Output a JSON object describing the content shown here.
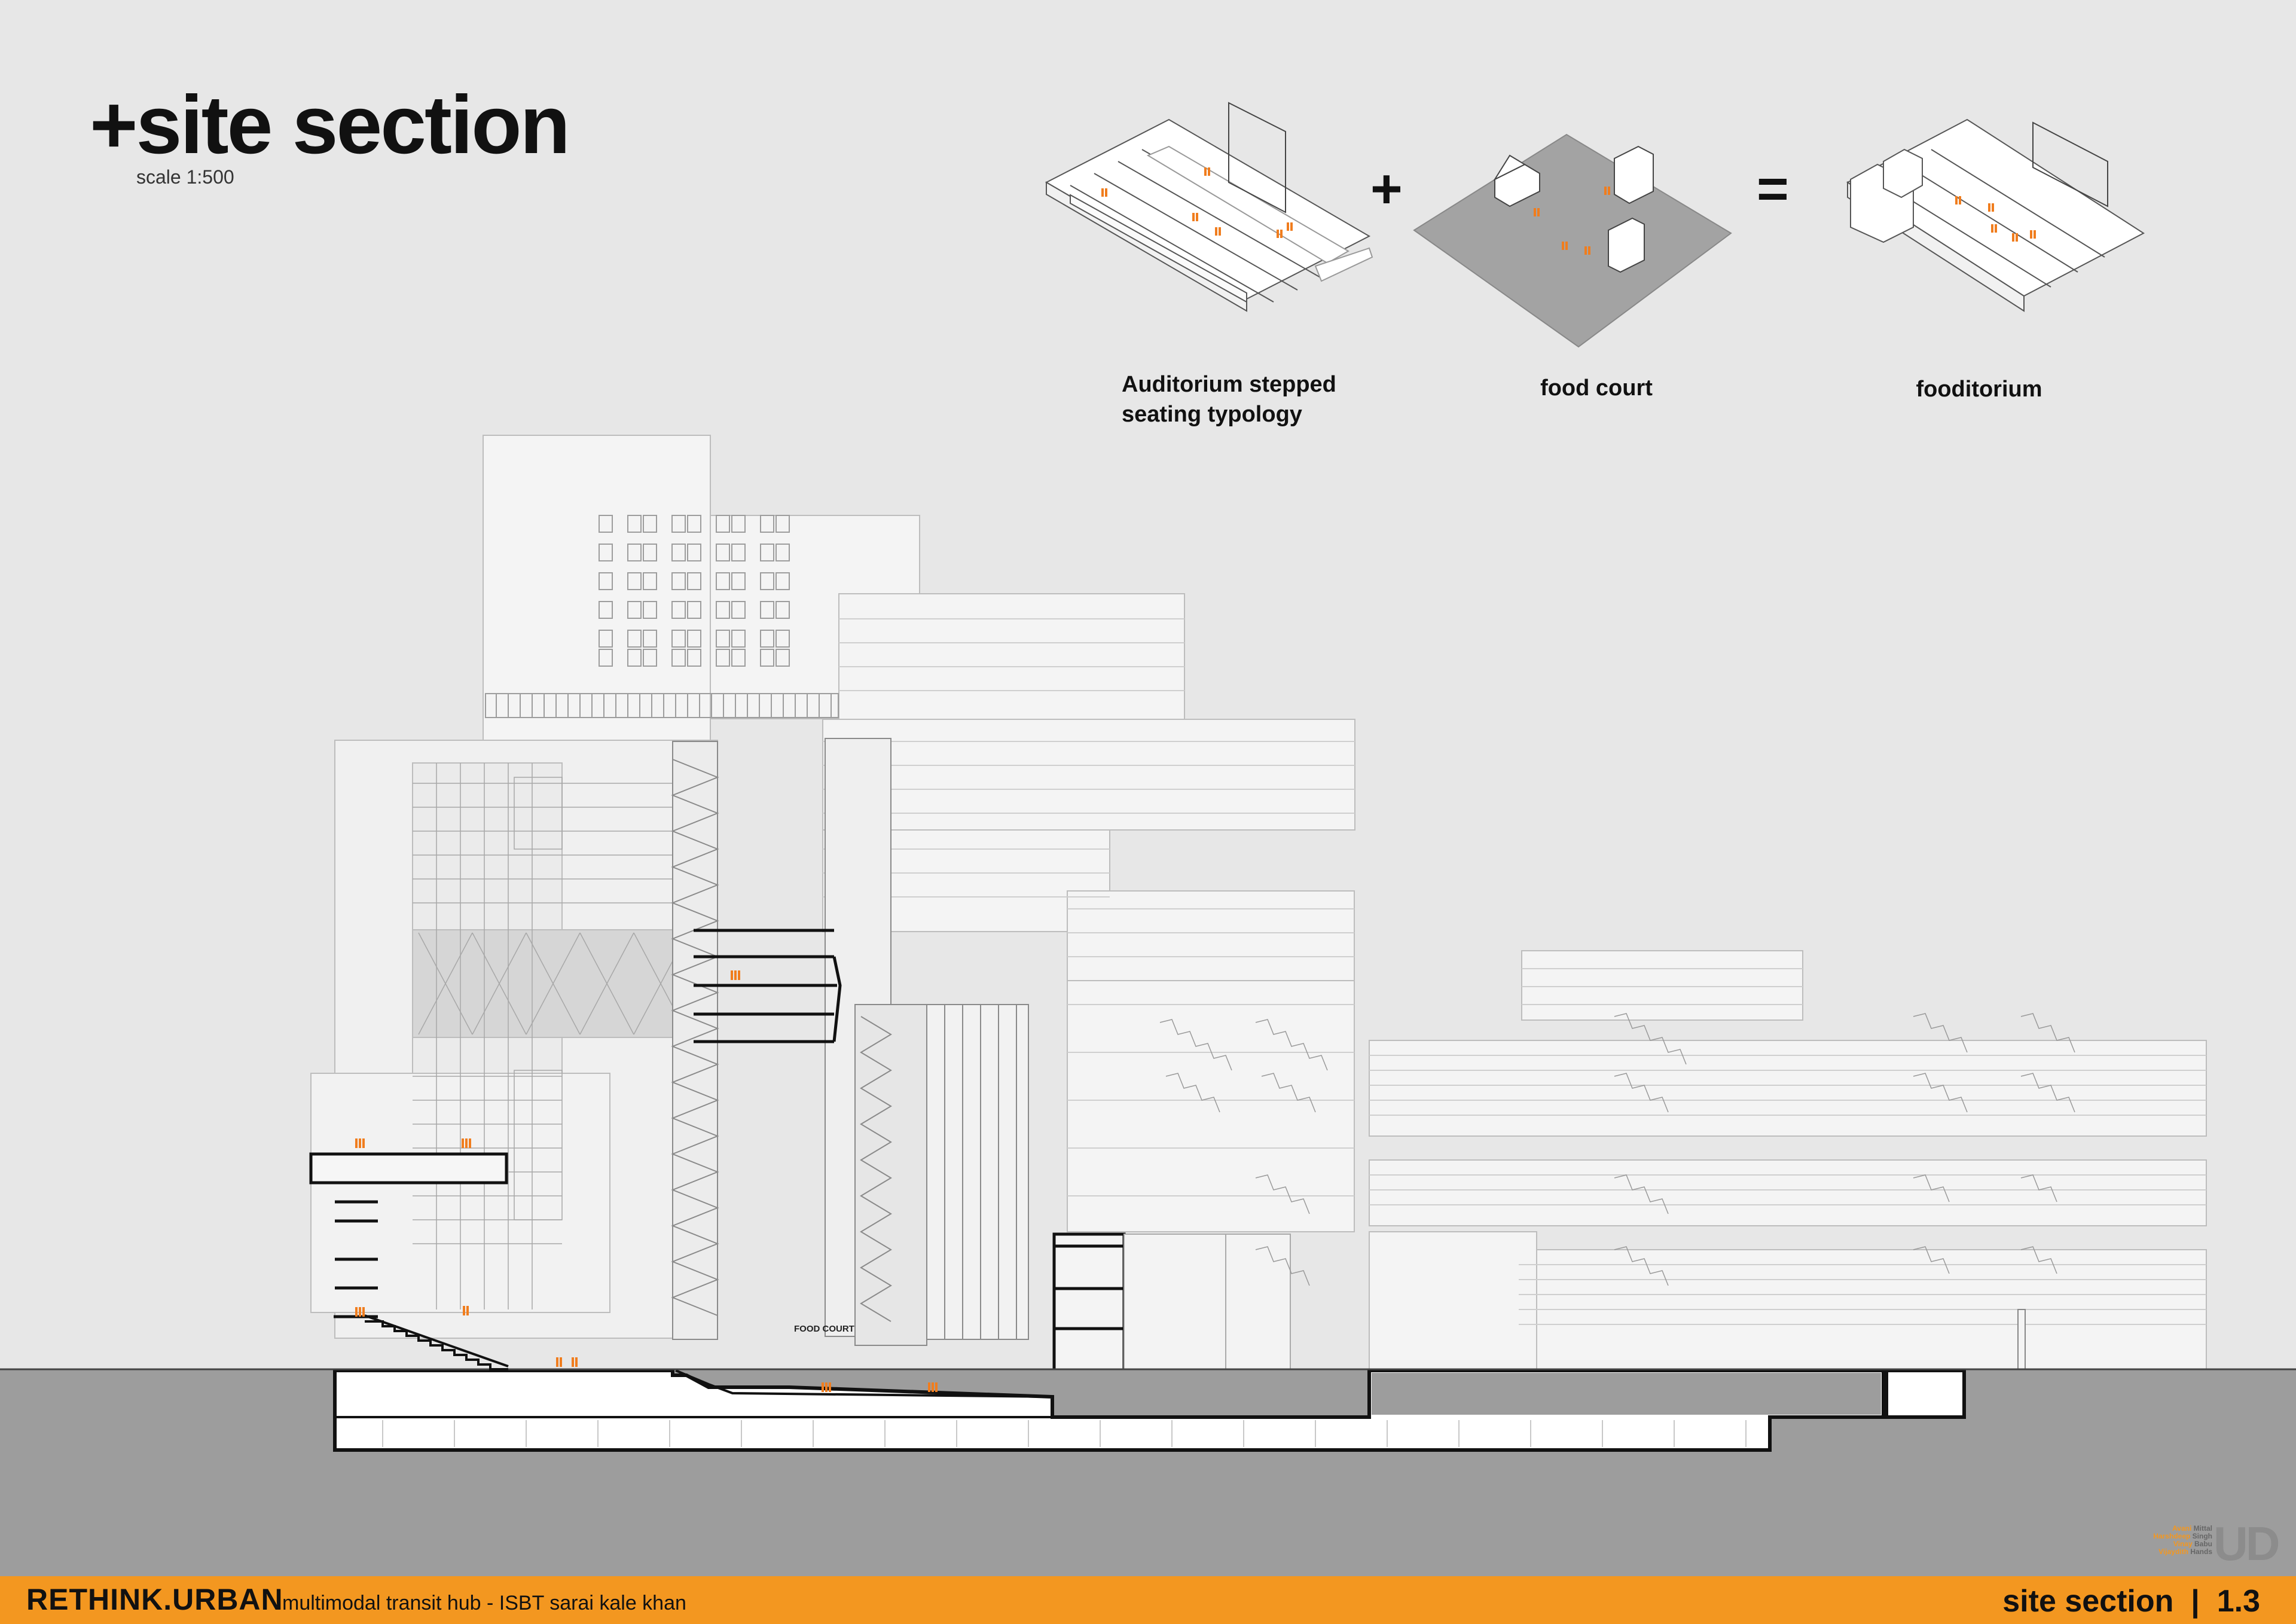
{
  "header": {
    "title": "+site section",
    "scale": "scale 1:500"
  },
  "concept": {
    "items": [
      {
        "label_line1": "Auditorium stepped",
        "label_line2": "seating typology"
      },
      {
        "label": "food court"
      },
      {
        "label": "fooditorium"
      }
    ],
    "operator_plus": "+",
    "operator_equals": "="
  },
  "section": {
    "food_court_label": "FOOD COURT"
  },
  "logo": {
    "names": [
      {
        "first": "Avani",
        "last": "Mittal"
      },
      {
        "first": "Harshdeep",
        "last": "Singh"
      },
      {
        "first": "Vinay",
        "last": "Babu"
      },
      {
        "first": "Vijaydith",
        "last": "Hands"
      }
    ],
    "mark": "UD"
  },
  "footer": {
    "brand": "RETHINK.URBAN",
    "subtitle": "multimodal transit hub - ISBT sarai kale khan",
    "sheet": "site section  |  1.3"
  },
  "colors": {
    "background": "#e7e7e7",
    "ground": "#9d9d9d",
    "accent": "#f39720",
    "people": "#f07d1e",
    "foodcourt_plane": "#a3a3a3"
  }
}
